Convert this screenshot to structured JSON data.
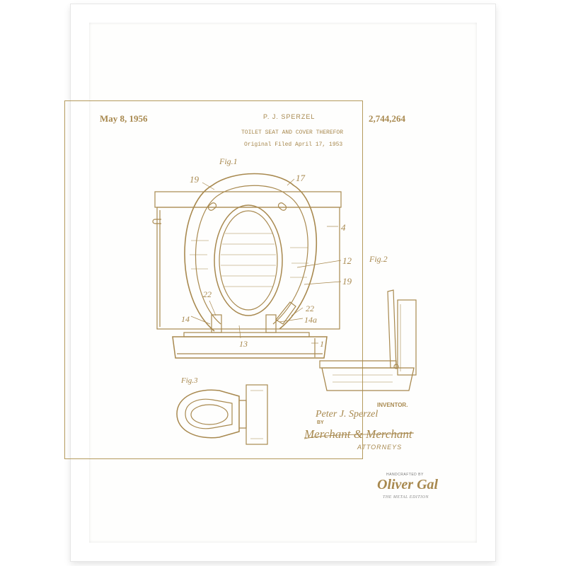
{
  "patent": {
    "date": "May 8, 1956",
    "inventor_header": "P. J. SPERZEL",
    "number": "2,744,264",
    "title": "TOILET SEAT AND COVER THEREFOR",
    "filed": "Original Filed April 17, 1953"
  },
  "figures": {
    "fig1": "Fig.1",
    "fig2": "Fig.2",
    "fig3": "Fig.3"
  },
  "callouts": {
    "c19a": "19",
    "c17a": "17",
    "c4": "4",
    "c12": "12",
    "c19b": "19",
    "c22a": "22",
    "c22b": "22",
    "c14": "14",
    "c14a": "14a",
    "c13": "13",
    "c1": "1"
  },
  "signature": {
    "inventor_label": "INVENTOR.",
    "inventor_name": "Peter J. Sperzel",
    "by": "BY",
    "attorney_signature": "Merchant & Merchant",
    "attorneys": "ATTORNEYS"
  },
  "brand": {
    "handcrafted": "HANDCRAFTED BY",
    "name": "Oliver Gal",
    "edition": "THE METAL EDITION"
  },
  "colors": {
    "gold": "#a8894f",
    "frame": "#ffffff",
    "paper": "#fefefd"
  }
}
